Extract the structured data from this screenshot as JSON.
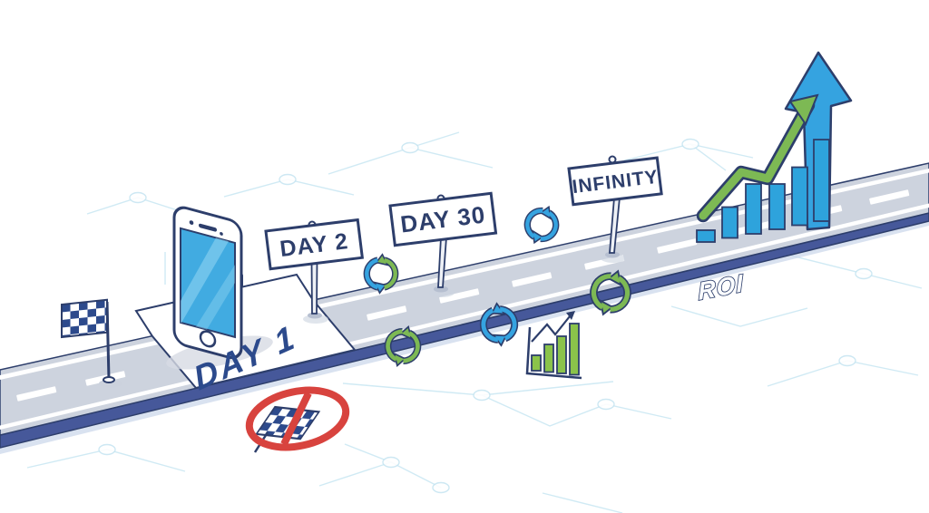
{
  "timeline": {
    "road_start_label": "DAY 1",
    "signs": [
      {
        "label": "DAY 2"
      },
      {
        "label": "DAY 30"
      },
      {
        "label": "INFINITY"
      }
    ],
    "roi_label": "ROI"
  },
  "icons": {
    "device": "smartphone",
    "start_flag": "checkered-flag",
    "no_finish_line": "prohibited-checkered-flag",
    "refresh_cycles": [
      "blue-green",
      "green",
      "blue",
      "blue",
      "green"
    ],
    "mini_growth_chart": "green-bar-chart-with-arrow",
    "roi_chart": "blue-rising-bars",
    "growth_arrows": [
      "green-zigzag-arrow",
      "blue-up-arrow"
    ]
  },
  "colors": {
    "navy": "#2d3e6b",
    "blue": "#35a3e0",
    "screen_blue": "#41abe1",
    "green": "#7db954",
    "red": "#d8433e",
    "road_surface": "#cdd3de",
    "road_side": "#46589a",
    "background_line": "#c8e6f2"
  }
}
